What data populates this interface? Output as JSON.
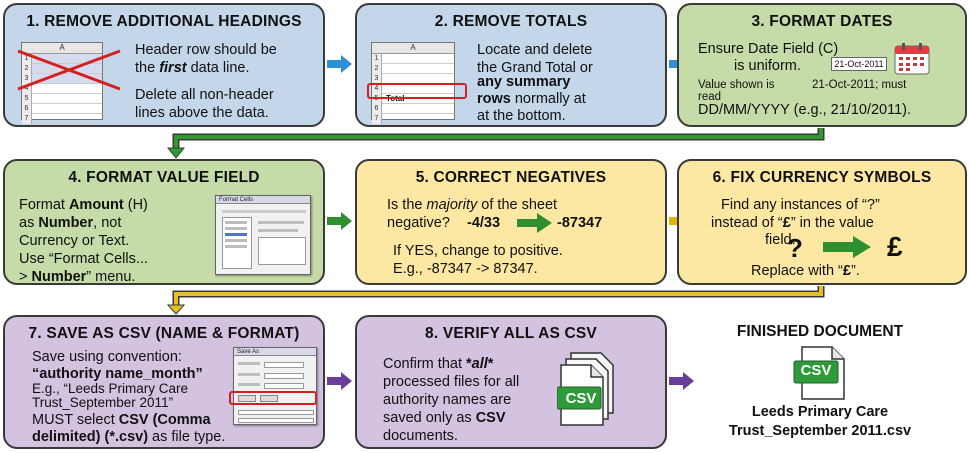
{
  "steps": {
    "s1": {
      "title": "1. REMOVE ADDITIONAL HEADINGS",
      "line1": "Header row should be",
      "line2_pre": "the ",
      "line2_em": "first",
      "line2_post": " data line.",
      "line3": "Delete all non-header",
      "line4": "lines above the data.",
      "sheet_col": "A",
      "sheet_rows": [
        "1",
        "2",
        "3",
        "4",
        "5",
        "6",
        "7"
      ]
    },
    "s2": {
      "title": "2. REMOVE TOTALS",
      "line1": "Locate and delete",
      "line2": "the Grand Total or",
      "line3_bold": "any summary",
      "line4_bold": "rows",
      "line4_post": " normally at",
      "line5": "at the bottom.",
      "sheet_col": "A",
      "sheet_rows": [
        "1",
        "2",
        "3",
        "4",
        "5",
        "6",
        "7"
      ],
      "total_label": "Total"
    },
    "s3": {
      "title": "3. FORMAT DATES",
      "line1": "Ensure Date Field (C)",
      "line2": "is uniform.",
      "date_box": "21-Oct-2011",
      "line3a": "Value shown is",
      "line3b": "21-Oct-2011; must",
      "line4": "read",
      "line5": "DD/MM/YYYY (e.g., 21/10/2011)."
    },
    "s4": {
      "title": "4. FORMAT VALUE FIELD",
      "line1": "Format ",
      "line1_bold": "Amount",
      "line1_post": " (H)",
      "line2": "as ",
      "line2_bold": "Number",
      "line2_post": ", not",
      "line3": "Currency or Text.",
      "line4": "Use “Format Cells...",
      "line5_pre": "> ",
      "line5_bold": "Number",
      "line5_post": "” menu.",
      "dialog_title": "Format Cells"
    },
    "s5": {
      "title": "5. CORRECT NEGATIVES",
      "line1_pre": "Is the ",
      "line1_em": "majority",
      "line1_post": " of the sheet",
      "line2": "negative?",
      "neg_value": "-4/33",
      "pos_value": "-87347",
      "line3": "If YES, change to positive.",
      "line4": "E.g., -87347 -> 87347."
    },
    "s6": {
      "title": "6. FIX CURRENCY SYMBOLS",
      "line1": "Find any instances of “?”",
      "line2_pre": "instead of “",
      "line2_bold": "£",
      "line2_post": "” in the value",
      "line3": "field.",
      "question": "?",
      "pound": "£",
      "line4_pre": "Replace with “",
      "line4_bold": "£",
      "line4_post": "”."
    },
    "s7": {
      "title": "7. SAVE AS CSV (NAME & FORMAT)",
      "line1": "Save using convention:",
      "line2_bold": "“authority name_month”",
      "line3": "E.g., “Leeds Primary Care",
      "line4": "Trust_September 2011”",
      "line5_pre": "MUST select ",
      "line5_bold": "CSV (Comma",
      "line6_bold": "delimited) (*.csv)",
      "line6_post": " as file type.",
      "dialog_title": "Save As"
    },
    "s8": {
      "title": "8. VERIFY ALL AS CSV",
      "line1_pre": "Confirm that ",
      "line1_bold": "*",
      "line1_em": "all",
      "line1_bold2": "*",
      "line2": "processed files for all",
      "line3": "authority names are",
      "line4_pre": "saved only as ",
      "line4_bold": "CSV",
      "line5": "documents.",
      "csv_label": "CSV"
    }
  },
  "finished": {
    "title": "FINISHED DOCUMENT",
    "csv_label": "CSV",
    "name_line1": "Leeds Primary Care",
    "name_line2": "Trust_September 2011.csv"
  },
  "colors": {
    "blue_box": "#c3d6ea",
    "green_box": "#c5dca8",
    "yellow_box": "#fce7a3",
    "purple_box": "#d3c2e0",
    "arrow_blue": "#2e8fd6",
    "arrow_green": "#2f8f2f",
    "arrow_yellow": "#e0b400",
    "arrow_purple": "#6a3d9a",
    "highlight_red": "#d62020",
    "csv_green": "#2f9a3a"
  }
}
